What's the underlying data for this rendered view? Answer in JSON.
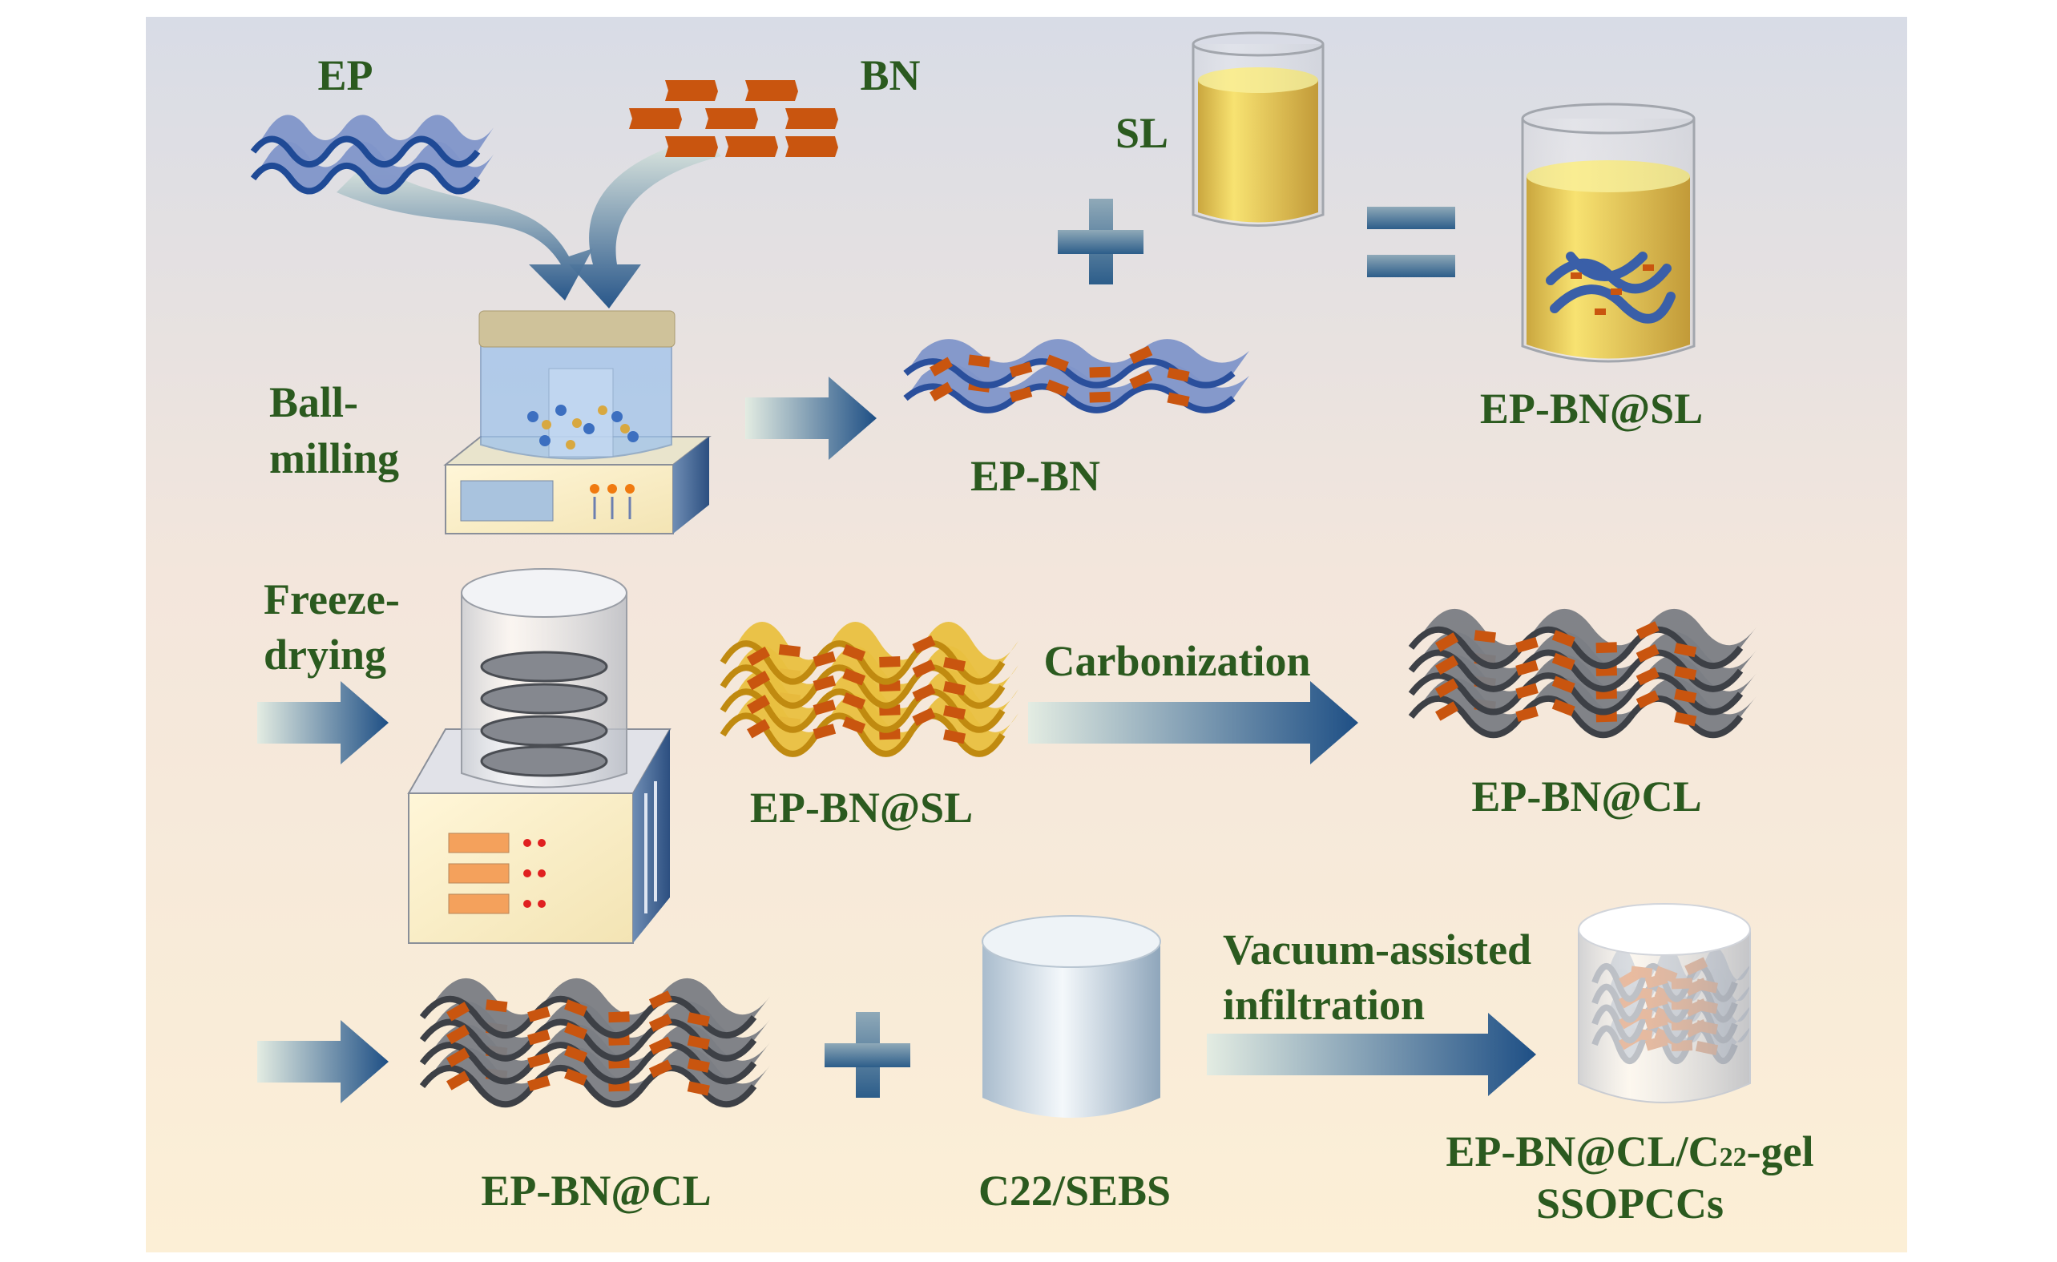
{
  "colors": {
    "label_text": "#2b5a1f",
    "arrow_dark": "#1e4f85",
    "arrow_light": "#e3ece2",
    "bn_flake": "#c9550f",
    "ep_sheet": "#7f95c9",
    "carbon_sheet": "#5c5f66",
    "sl_liquid": "#e6c21e",
    "background_top": "#d9dde6",
    "background_bottom": "#fcefd8"
  },
  "labels": {
    "ep": "EP",
    "bn": "BN",
    "sl": "SL",
    "ball_milling_1": "Ball-",
    "ball_milling_2": "milling",
    "ep_bn": "EP-BN",
    "ep_bn_sl_beaker": "EP-BN@SL",
    "freeze_drying_1": "Freeze-",
    "freeze_drying_2": "drying",
    "ep_bn_sl": "EP-BN@SL",
    "carbonization": "Carbonization",
    "ep_bn_cl_top": "EP-BN@CL",
    "ep_bn_cl_bottom": "EP-BN@CL",
    "c22_sebs": "C22/SEBS",
    "vacuum_1": "Vacuum-assisted",
    "vacuum_2": "infiltration",
    "final_1_a": "EP-BN@CL/C",
    "final_1_sub": "22",
    "final_1_b": "-gel",
    "final_2": "SSOPCCs"
  },
  "icons": [
    "plus-icon",
    "equals-icon",
    "arrow-right-icon",
    "beaker-icon",
    "ball-mill-icon",
    "freeze-dryer-icon",
    "cylinder-icon"
  ]
}
